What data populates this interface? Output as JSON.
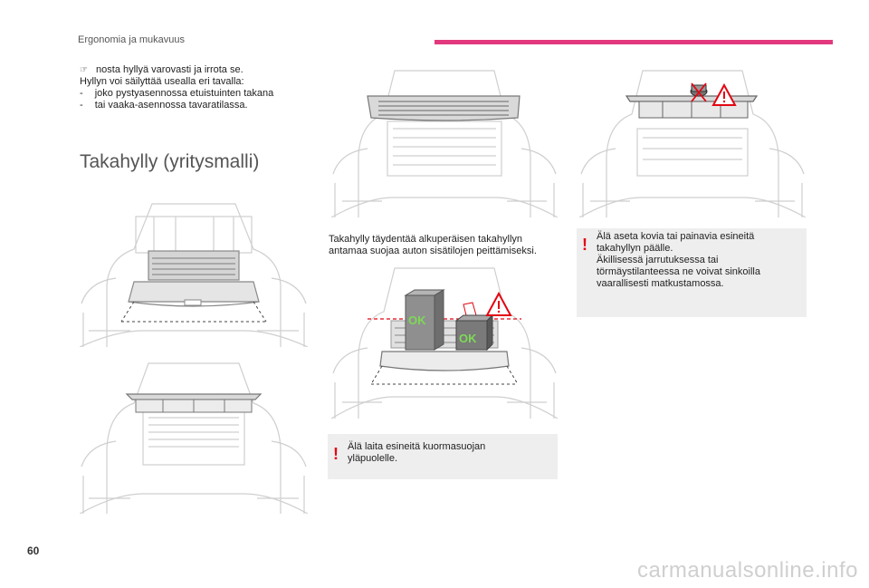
{
  "header": {
    "section_title": "Ergonomia ja mukavuus",
    "accent_color": "#e2397e"
  },
  "intro": {
    "bullet_icon": "finger-pointer-icon",
    "bullet_text": "nosta hyllyä varovasti ja irrota se.",
    "line1": "Hyllyn voi säilyttää usealla eri tavalla:",
    "item1_dash": "-",
    "item1": "joko pystyasennossa etuistuinten takana",
    "item2_dash": "-",
    "item2": "tai vaaka-asennossa tavaratilassa."
  },
  "heading": "Takahylly (yritysmalli)",
  "middle": {
    "description_line1": "Takahylly täydentää alkuperäisen takahyllyn",
    "description_line2": "antamaa suojaa auton sisätilojen peittämiseksi.",
    "ok_label_1": "OK",
    "ok_label_2": "OK"
  },
  "warnings": {
    "color": "#e30613",
    "box1_mark": "!",
    "box1_line1": "Älä laita esineitä kuormasuojan",
    "box1_line2": "yläpuolelle.",
    "box2_mark": "!",
    "box2_line1": "Älä aseta kovia tai painavia esineitä",
    "box2_line2": "takahyllyn päälle.",
    "box2_line3": "Äkillisessä jarrutuksessa tai",
    "box2_line4": "törmäystilanteessa ne voivat sinkoilla",
    "box2_line5": "vaarallisesti matkustamossa."
  },
  "footer": {
    "page_number": "60",
    "watermark": "carmanualsonline.info"
  }
}
